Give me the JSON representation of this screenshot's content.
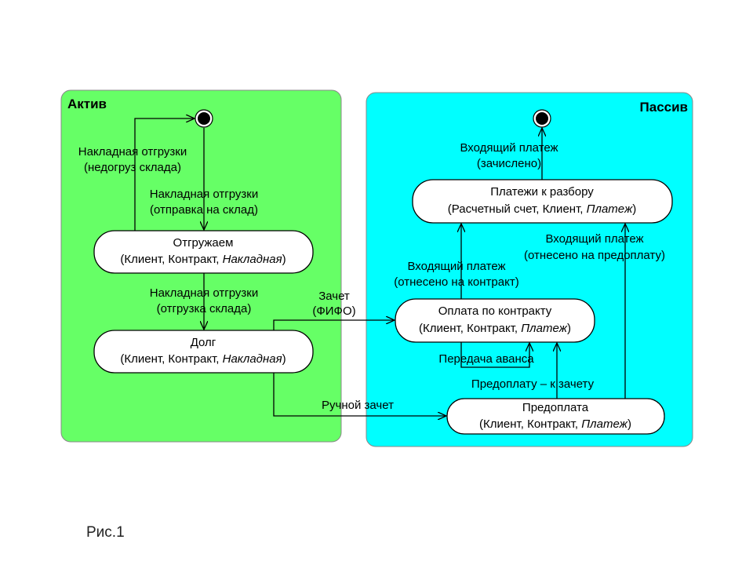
{
  "regions": {
    "aktiv": {
      "title": "Актив",
      "color": "#66ff66"
    },
    "passiv": {
      "title": "Пассив",
      "color": "#00ffff"
    }
  },
  "states": {
    "otgruzhaem": {
      "name": "Отгружаем",
      "attrs_plain": "(Клиент, Контракт, ",
      "attrs_italic": "Накладная",
      "attrs_end": ")"
    },
    "dolg": {
      "name": "Долг",
      "attrs_plain": "(Клиент, Контракт, ",
      "attrs_italic": "Накладная",
      "attrs_end": ")"
    },
    "platezhi": {
      "name": "Платежи к разбору",
      "attrs_plain": "(Расчетный счет, Клиент, ",
      "attrs_italic": "Платеж",
      "attrs_end": ")"
    },
    "oplata": {
      "name": "Оплата по контракту",
      "attrs_plain": "(Клиент, Контракт, ",
      "attrs_italic": "Платеж",
      "attrs_end": ")"
    },
    "predoplata": {
      "name": "Предоплата",
      "attrs_plain": "(Клиент, Контракт, ",
      "attrs_italic": "Платеж",
      "attrs_end": ")"
    }
  },
  "transitions": {
    "nedogruz": {
      "line1": "Накладная отгрузки",
      "line2": "(недогруз склада)"
    },
    "otpravka": {
      "line1": "Накладная отгрузки",
      "line2": "(отправка на склад)"
    },
    "otgruzka": {
      "line1": "Накладная отгрузки",
      "line2": "(отгрузка склада)"
    },
    "zachet_fifo": {
      "line1": "Зачет",
      "line2": "(ФИФО)"
    },
    "ruchnoy": {
      "line1": "Ручной зачет"
    },
    "vhod_zachisleno": {
      "line1": "Входящий платеж",
      "line2": "(зачислено)"
    },
    "vhod_kontrakt": {
      "line1": "Входящий платеж",
      "line2": "(отнесено на контракт)"
    },
    "vhod_predoplata": {
      "line1": "Входящий платеж",
      "line2": "(отнесено на предоплату)"
    },
    "peredacha": {
      "line1": "Передача аванса"
    },
    "predoplatu_k_zachetu": {
      "line1": "Предоплату – к зачету"
    }
  },
  "caption": "Рис.1"
}
